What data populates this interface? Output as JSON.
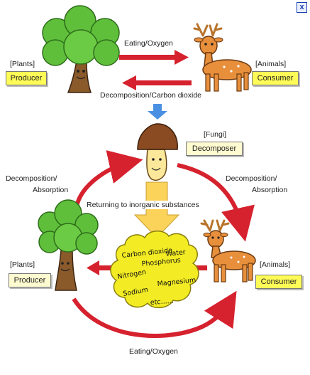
{
  "close_label": "x",
  "top": {
    "plants_tag": "[Plants]",
    "producer": "Producer",
    "animals_tag": "[Animals]",
    "consumer": "Consumer",
    "arrow_right_label": "Eating/Oxygen",
    "arrow_left_label": "Decomposition/Carbon dioxide"
  },
  "bottom": {
    "fungi_tag": "[Fungi]",
    "decomposer": "Decomposer",
    "left_label_1": "Decomposition/",
    "left_label_2": "Absorption",
    "right_label_1": "Decomposition/",
    "right_label_2": "Absorption",
    "returning_label": "Returning to inorganic substances",
    "plants_tag": "[Plants]",
    "producer": "Producer",
    "animals_tag": "[Animals]",
    "consumer": "Consumer",
    "eating_label": "Eating/Oxygen"
  },
  "substances": [
    "Carbon dioxide",
    "Water",
    "Phosphorus",
    "Nitrogen",
    "Magnesium",
    "Sodium",
    "etc......"
  ],
  "colors": {
    "arrow_red": "#d6222e",
    "arrow_blue": "#4a90e2",
    "label_yellow": "#fffc57",
    "cloud_yellow": "#f3ec24",
    "tree_green": "#5fbf3b",
    "trunk_brown": "#8a5a2b",
    "deer_orange": "#e88f3c",
    "mushroom_cap": "#8a4a22"
  }
}
